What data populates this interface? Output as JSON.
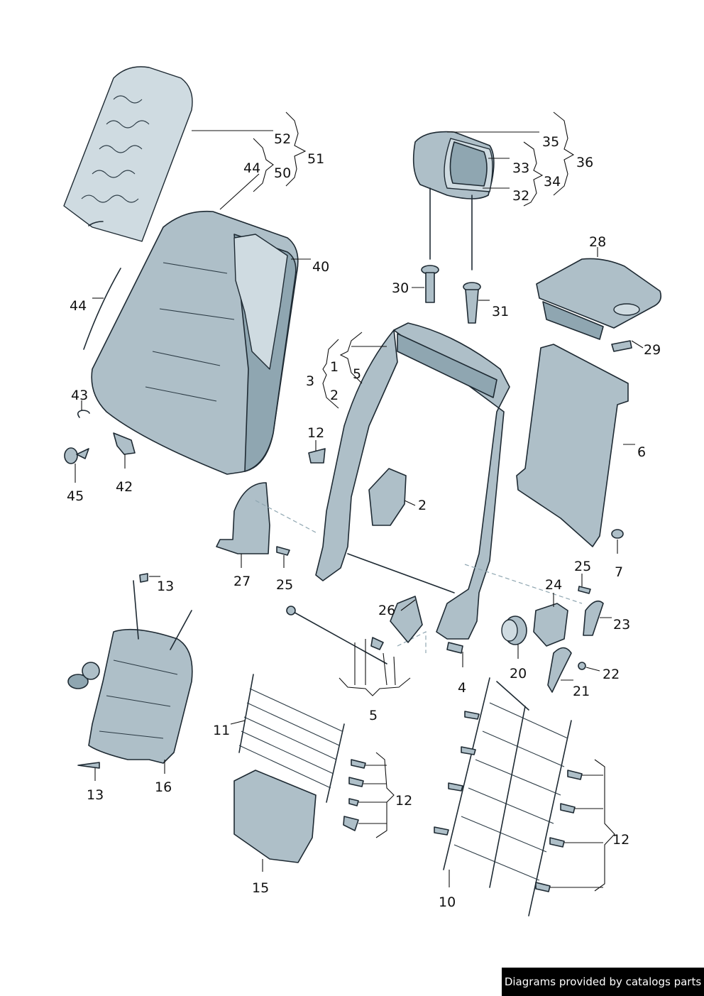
{
  "callouts": {
    "c52": "52",
    "c51": "51",
    "c50": "50",
    "c44a": "44",
    "c44b": "44",
    "c40": "40",
    "c43": "43",
    "c45": "45",
    "c42": "42",
    "c35": "35",
    "c36": "36",
    "c33": "33",
    "c34": "34",
    "c32": "32",
    "c30": "30",
    "c31": "31",
    "c28": "28",
    "c29": "29",
    "c1": "1",
    "c3": "3",
    "c5a": "5",
    "c2a": "2",
    "c12a": "12",
    "c2b": "2",
    "c6": "6",
    "c7": "7",
    "c27": "27",
    "c25a": "25",
    "c25b": "25",
    "c24": "24",
    "c23": "23",
    "c13a": "13",
    "c26": "26",
    "c4": "4",
    "c20": "20",
    "c22": "22",
    "c21": "21",
    "c5b": "5",
    "c11": "11",
    "c16": "16",
    "c13b": "13",
    "c12b": "12",
    "c12c": "12",
    "c15": "15",
    "c10": "10"
  },
  "watermark": "Diagrams provided by catalogs parts",
  "colors": {
    "part_fill": "#aebfc8",
    "outline": "#1e2a33",
    "background": "#ffffff"
  }
}
